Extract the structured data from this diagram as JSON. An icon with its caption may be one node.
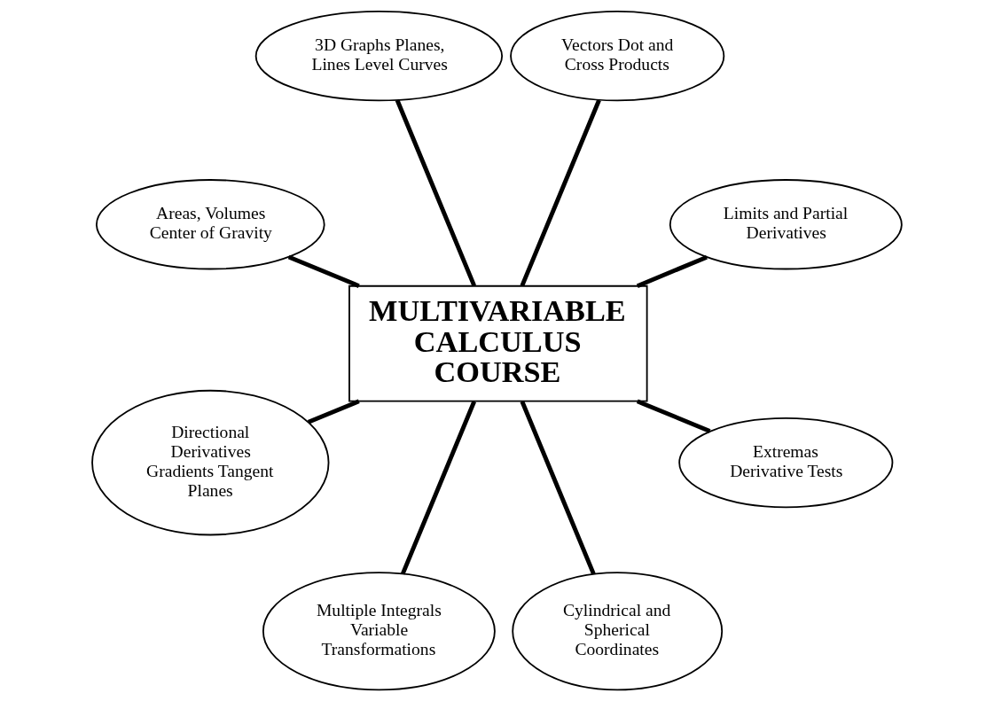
{
  "diagram": {
    "nodes": [
      {
        "text": [
          "Limits and Partial Derivatives"
        ]
      },
      {
        "text": [
          "Vectors Dot and Cross Products"
        ]
      },
      {
        "text": [
          "3D Graphs Planes, Lines Level Curves"
        ]
      },
      {
        "text": [
          "MULTIVARIABLE CALCULUS COURSE"
        ]
      },
      {
        "text": [
          "Areas, Volumes Center of Gravity"
        ]
      },
      {
        "text": [
          "Directional Derivatives Gradients Tangent Planes"
        ]
      },
      {
        "text": [
          "Multiple Integrals Variable Transformations"
        ]
      },
      {
        "text": [
          "Cylindrical and Spherical Coordinates"
        ]
      },
      {
        "text": [
          "Extremas Derivative Tests"
        ]
      }
    ],
    "edges": [
      {
        "from": 3,
        "to": 0,
        "arrow": "none"
      },
      {
        "from": 3,
        "to": 2,
        "arrow": "none"
      },
      {
        "from": 3,
        "to": 5,
        "arrow": "none"
      },
      {
        "from": 3,
        "to": 7,
        "arrow": "none"
      },
      {
        "from": 3,
        "to": 8,
        "arrow": "none"
      },
      {
        "from": 3,
        "to": 6,
        "arrow": "none"
      },
      {
        "from": 3,
        "to": 4,
        "arrow": "none"
      },
      {
        "from": 3,
        "to": 1,
        "arrow": "none"
      }
    ]
  }
}
